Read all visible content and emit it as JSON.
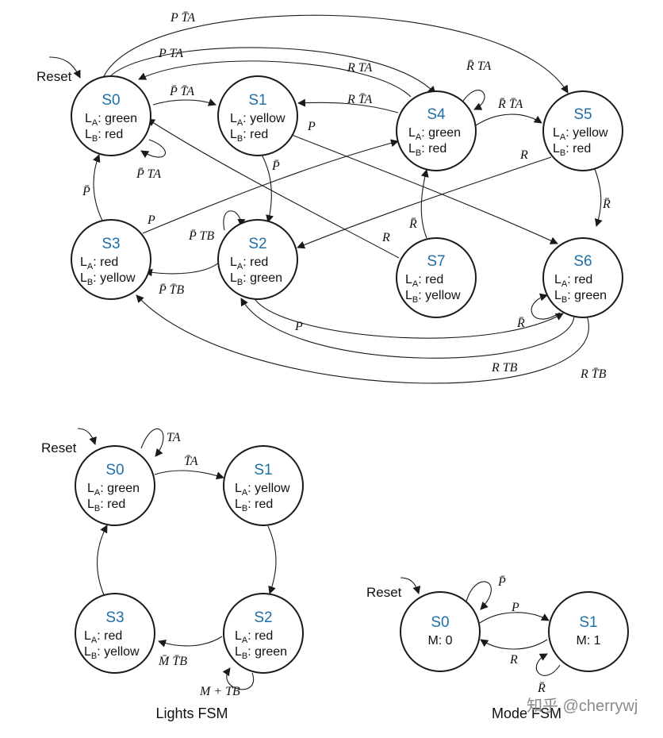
{
  "combined_fsm": {
    "states": [
      {
        "id": "S0",
        "name": "S0",
        "l1": "green",
        "l2": "red"
      },
      {
        "id": "S1",
        "name": "S1",
        "l1": "yellow",
        "l2": "red"
      },
      {
        "id": "S2",
        "name": "S2",
        "l1": "red",
        "l2": "green"
      },
      {
        "id": "S3",
        "name": "S3",
        "l1": "red",
        "l2": "yellow"
      },
      {
        "id": "S4",
        "name": "S4",
        "l1": "green",
        "l2": "red"
      },
      {
        "id": "S5",
        "name": "S5",
        "l1": "yellow",
        "l2": "red"
      },
      {
        "id": "S6",
        "name": "S6",
        "l1": "red",
        "l2": "green"
      },
      {
        "id": "S7",
        "name": "S7",
        "l1": "red",
        "l2": "yellow"
      }
    ],
    "reset_label": "Reset",
    "transitions": [
      {
        "from": "S0",
        "to": "S5",
        "label": "P T̄A"
      },
      {
        "from": "S0",
        "to": "S4",
        "label": "P TA"
      },
      {
        "from": "S4",
        "to": "S0",
        "label": "R TA"
      },
      {
        "from": "S4",
        "to": "S4",
        "label": "R̄ TA"
      },
      {
        "from": "S0",
        "to": "S1",
        "label": "P̄ T̄A"
      },
      {
        "from": "S4",
        "to": "S1",
        "label": "R T̄A"
      },
      {
        "from": "S4",
        "to": "S5",
        "label": "R̄ T̄A"
      },
      {
        "from": "S0",
        "to": "S0",
        "label": "P̄ TA"
      },
      {
        "from": "S1",
        "to": "S6",
        "label": "P"
      },
      {
        "from": "S1",
        "to": "S2",
        "label": "P̄"
      },
      {
        "from": "S3",
        "to": "S0",
        "label": "P̄"
      },
      {
        "from": "S5",
        "to": "S2",
        "label": "R"
      },
      {
        "from": "S5",
        "to": "S6",
        "label": "R̄"
      },
      {
        "from": "S3",
        "to": "S4",
        "label": "P"
      },
      {
        "from": "S2",
        "to": "S2",
        "label": "P̄ TB"
      },
      {
        "from": "S7",
        "to": "S0",
        "label": "R"
      },
      {
        "from": "S7",
        "to": "S4",
        "label": "R̄"
      },
      {
        "from": "S2",
        "to": "S3",
        "label": "P̄ T̄B"
      },
      {
        "from": "S6",
        "to": "S6",
        "label": "R̄"
      },
      {
        "from": "S2",
        "to": "S6",
        "label": "P"
      },
      {
        "from": "S6",
        "to": "S2",
        "label": "R TB"
      },
      {
        "from": "S6",
        "to": "S3",
        "label": "R T̄B"
      }
    ]
  },
  "lights_fsm": {
    "caption": "Lights FSM",
    "reset_label": "Reset",
    "states": [
      {
        "id": "S0",
        "name": "S0",
        "l1": "green",
        "l2": "red"
      },
      {
        "id": "S1",
        "name": "S1",
        "l1": "yellow",
        "l2": "red"
      },
      {
        "id": "S2",
        "name": "S2",
        "l1": "red",
        "l2": "green"
      },
      {
        "id": "S3",
        "name": "S3",
        "l1": "red",
        "l2": "yellow"
      }
    ],
    "transitions": [
      {
        "from": "S0",
        "to": "S0",
        "label": "TA"
      },
      {
        "from": "S0",
        "to": "S1",
        "label": "T̄A"
      },
      {
        "from": "S1",
        "to": "S2",
        "label": ""
      },
      {
        "from": "S2",
        "to": "S2",
        "label": "M + TB"
      },
      {
        "from": "S2",
        "to": "S3",
        "label": "M̄ T̄B"
      },
      {
        "from": "S3",
        "to": "S0",
        "label": ""
      }
    ]
  },
  "mode_fsm": {
    "caption": "Mode FSM",
    "reset_label": "Reset",
    "states": [
      {
        "id": "S0",
        "name": "S0",
        "line": "M: 0"
      },
      {
        "id": "S1",
        "name": "S1",
        "line": "M: 1"
      }
    ],
    "transitions": [
      {
        "from": "S0",
        "to": "S0",
        "label": "P̄"
      },
      {
        "from": "S0",
        "to": "S1",
        "label": "P"
      },
      {
        "from": "S1",
        "to": "S0",
        "label": "R"
      },
      {
        "from": "S1",
        "to": "S1",
        "label": "R̄"
      }
    ]
  },
  "watermark": "知乎 @cherrywj"
}
